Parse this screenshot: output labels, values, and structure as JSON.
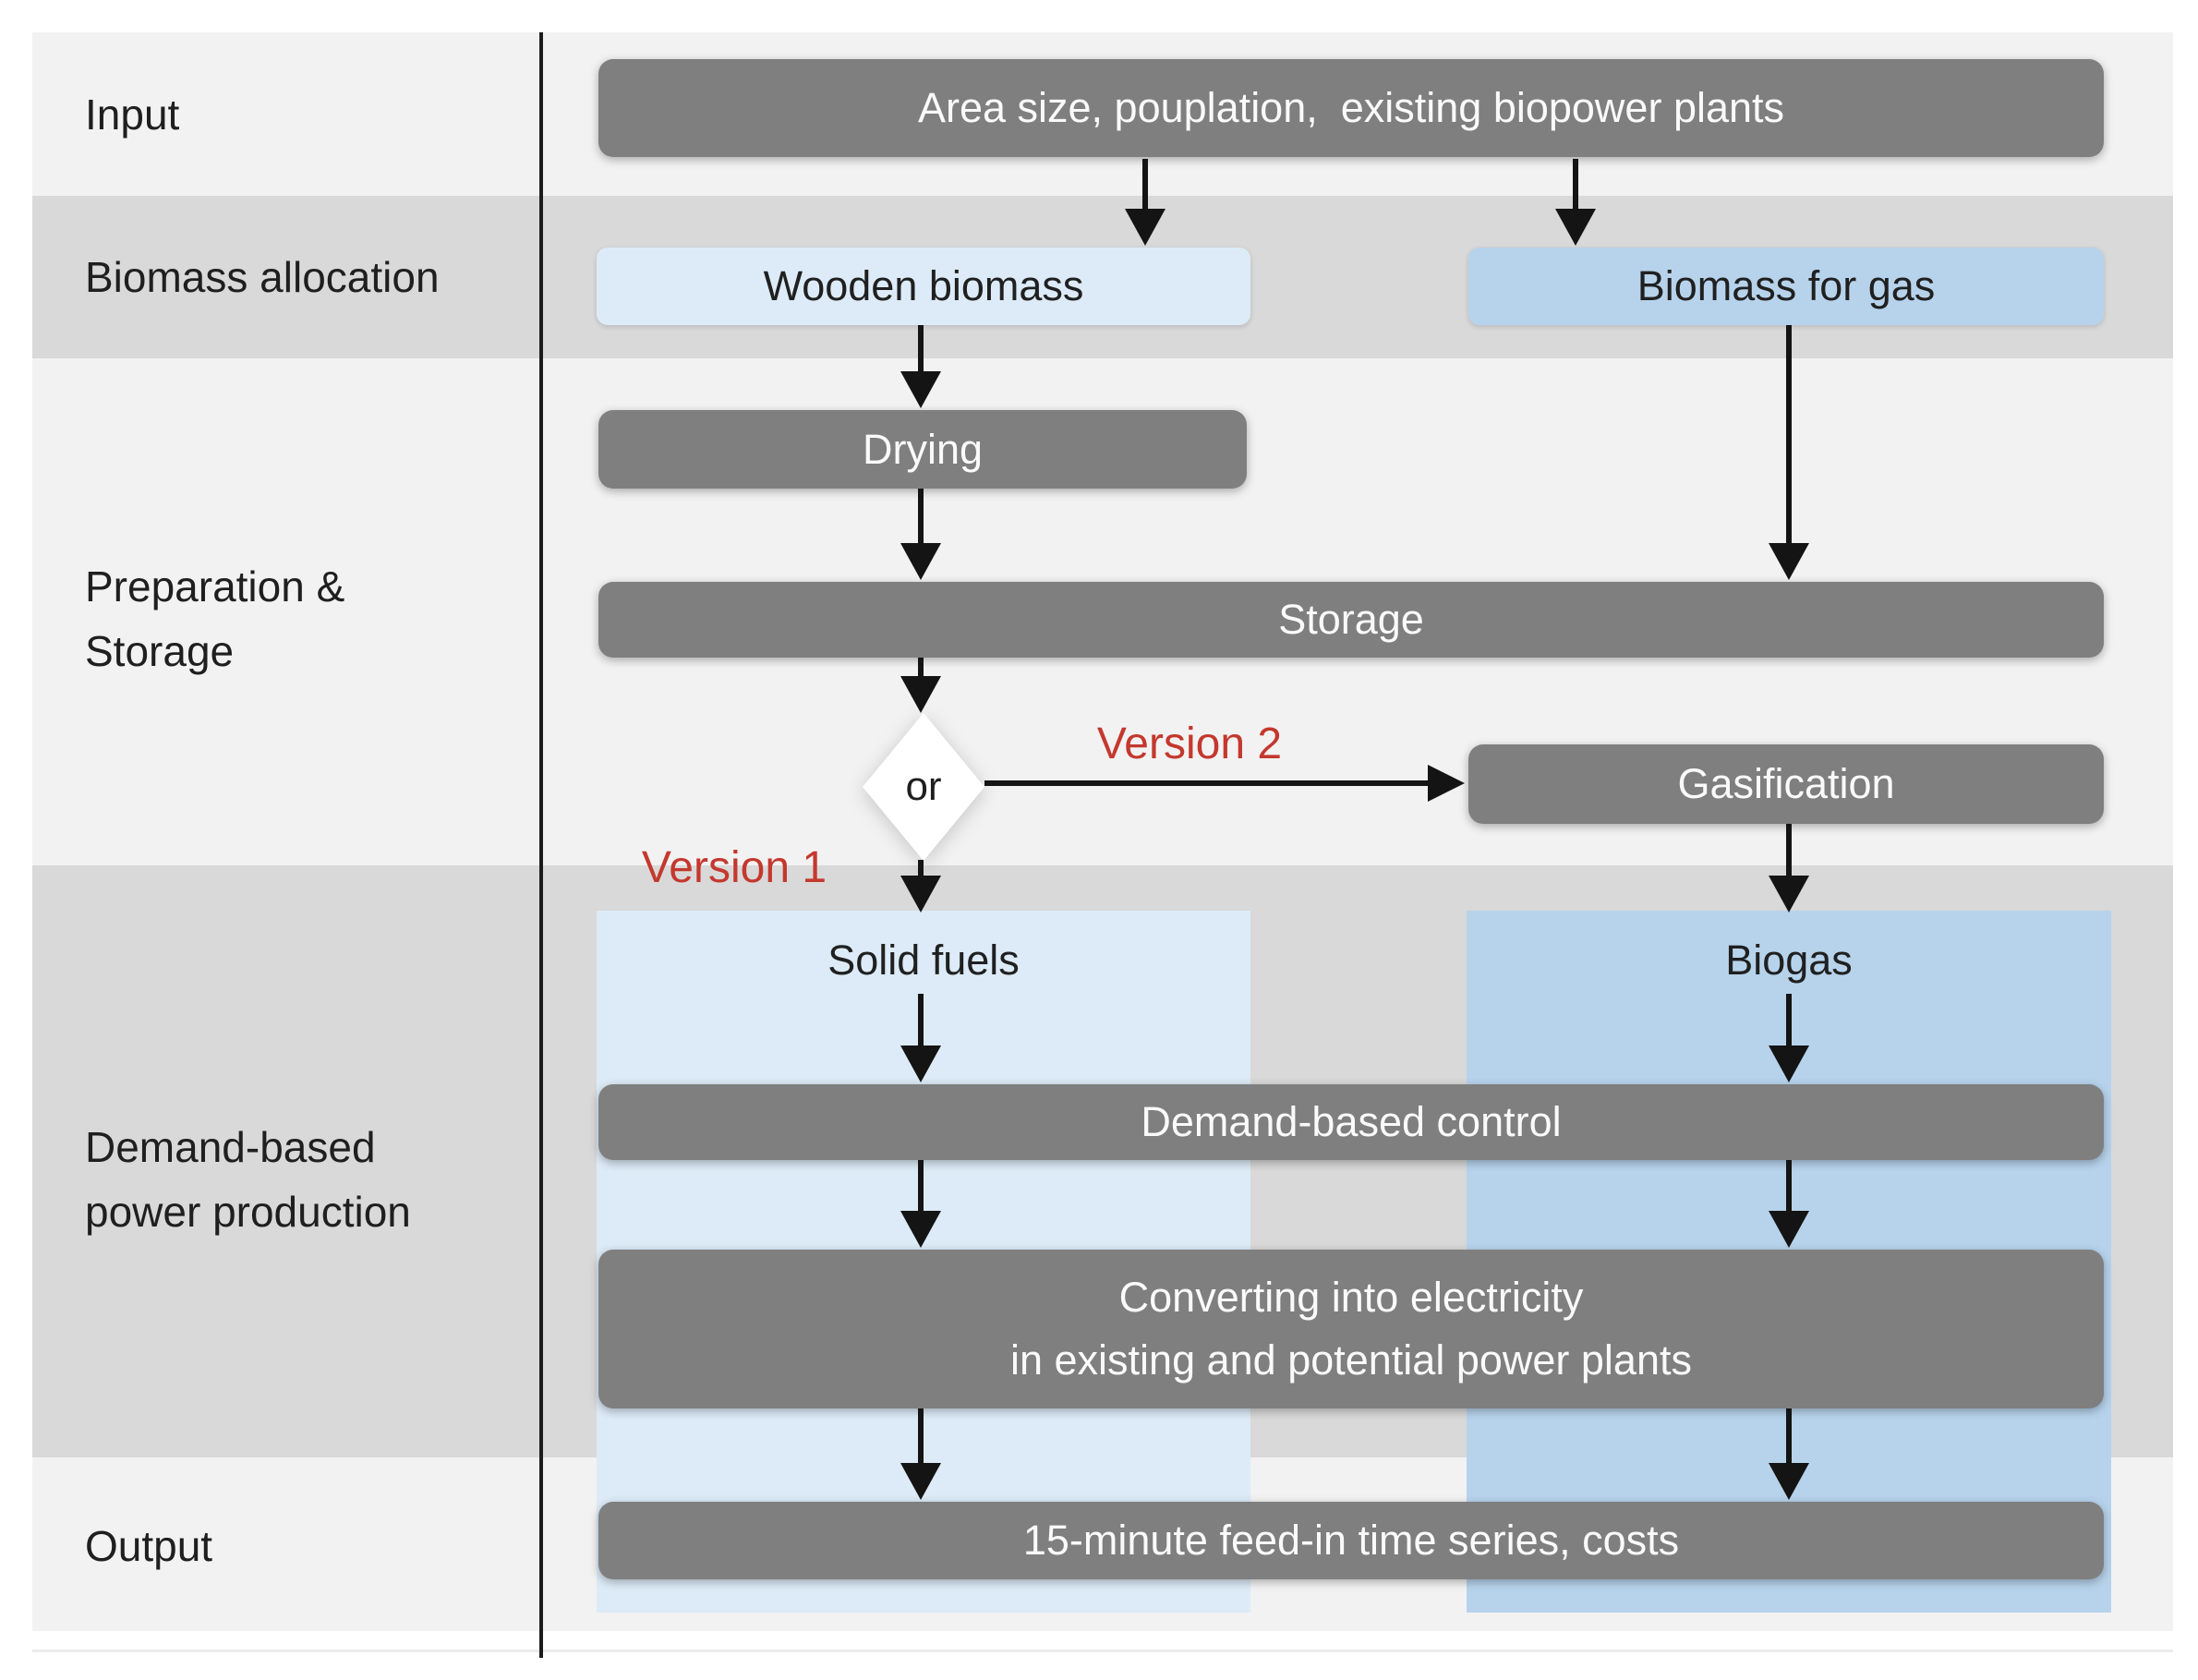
{
  "lanes": [
    {
      "label": "Input"
    },
    {
      "label": "Biomass allocation"
    },
    {
      "lines": [
        "Preparation &",
        "Storage"
      ]
    },
    {
      "lines": [
        "Demand-based",
        "power production"
      ]
    },
    {
      "label": "Output"
    }
  ],
  "nodes": {
    "input_box": "Area size, pouplation,  existing biopower plants",
    "wooden_biomass": "Wooden biomass",
    "biomass_for_gas": "Biomass for gas",
    "drying": "Drying",
    "storage": "Storage",
    "or_gate": "or",
    "gasification": "Gasification",
    "solid_fuels": "Solid fuels",
    "biogas": "Biogas",
    "demand_control": "Demand-based control",
    "converting_line1": "Converting into electricity",
    "converting_line2": "in existing and potential power plants",
    "output_box": "15-minute feed-in time series, costs",
    "version1": "Version 1",
    "version2": "Version 2"
  },
  "colors": {
    "band_light": "#f2f2f2",
    "band_dark": "#d9d9d9",
    "node_gray": "#7f7f7f",
    "node_text": "#fafafa",
    "blue_light": "#dcebf7",
    "blue_medium": "#b7d3ec",
    "label_text": "#1f1f1f",
    "version_red": "#c4382e",
    "arrow_black": "#141414",
    "divider_black": "#1c1c1c"
  }
}
